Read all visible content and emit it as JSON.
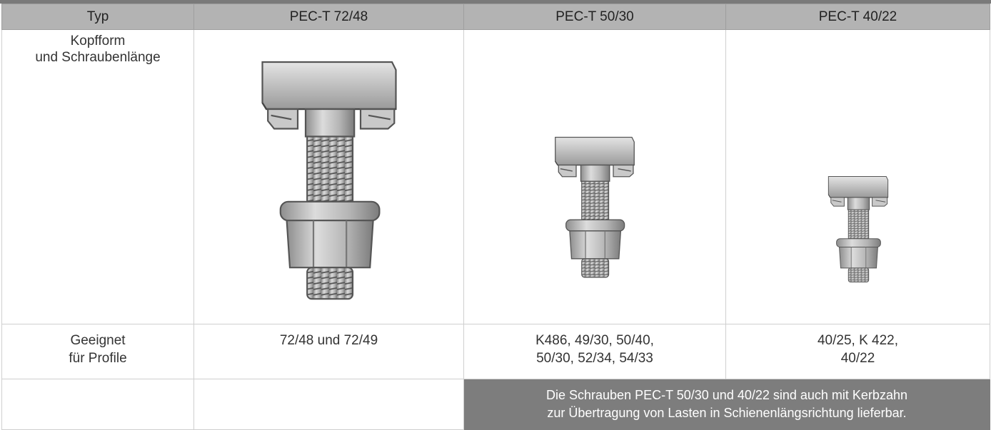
{
  "header": {
    "col0": "Typ",
    "col1": "PEC-T 72/48",
    "col2": "PEC-T 50/30",
    "col3": "PEC-T 40/22"
  },
  "rows": {
    "head_form_line1": "Kopfform",
    "head_form_line2": "und Schraubenlänge",
    "profiles_line1": "Geeignet",
    "profiles_line2": "für Profile"
  },
  "profiles": {
    "col1_line1": "72/48 und 72/49",
    "col2_line1": "K486, 49/30, 50/40,",
    "col2_line2": "50/30, 52/34, 54/33",
    "col3_line1": "40/25, K 422,",
    "col3_line2": "40/22"
  },
  "note": {
    "line1": "Die Schrauben PEC-T 50/30 und 40/22 sind auch mit Kerbzahn",
    "line2": "zur Übertragung von Lasten in Schienenlängsrichtung lieferbar."
  },
  "colors": {
    "header_bg": "#b3b3b3",
    "note_bg": "#7d7d7d",
    "metal": "#b8b8b8"
  },
  "icons": [
    "t-head-bolt-72-48-icon",
    "t-head-bolt-50-30-icon",
    "t-head-bolt-40-22-icon"
  ]
}
